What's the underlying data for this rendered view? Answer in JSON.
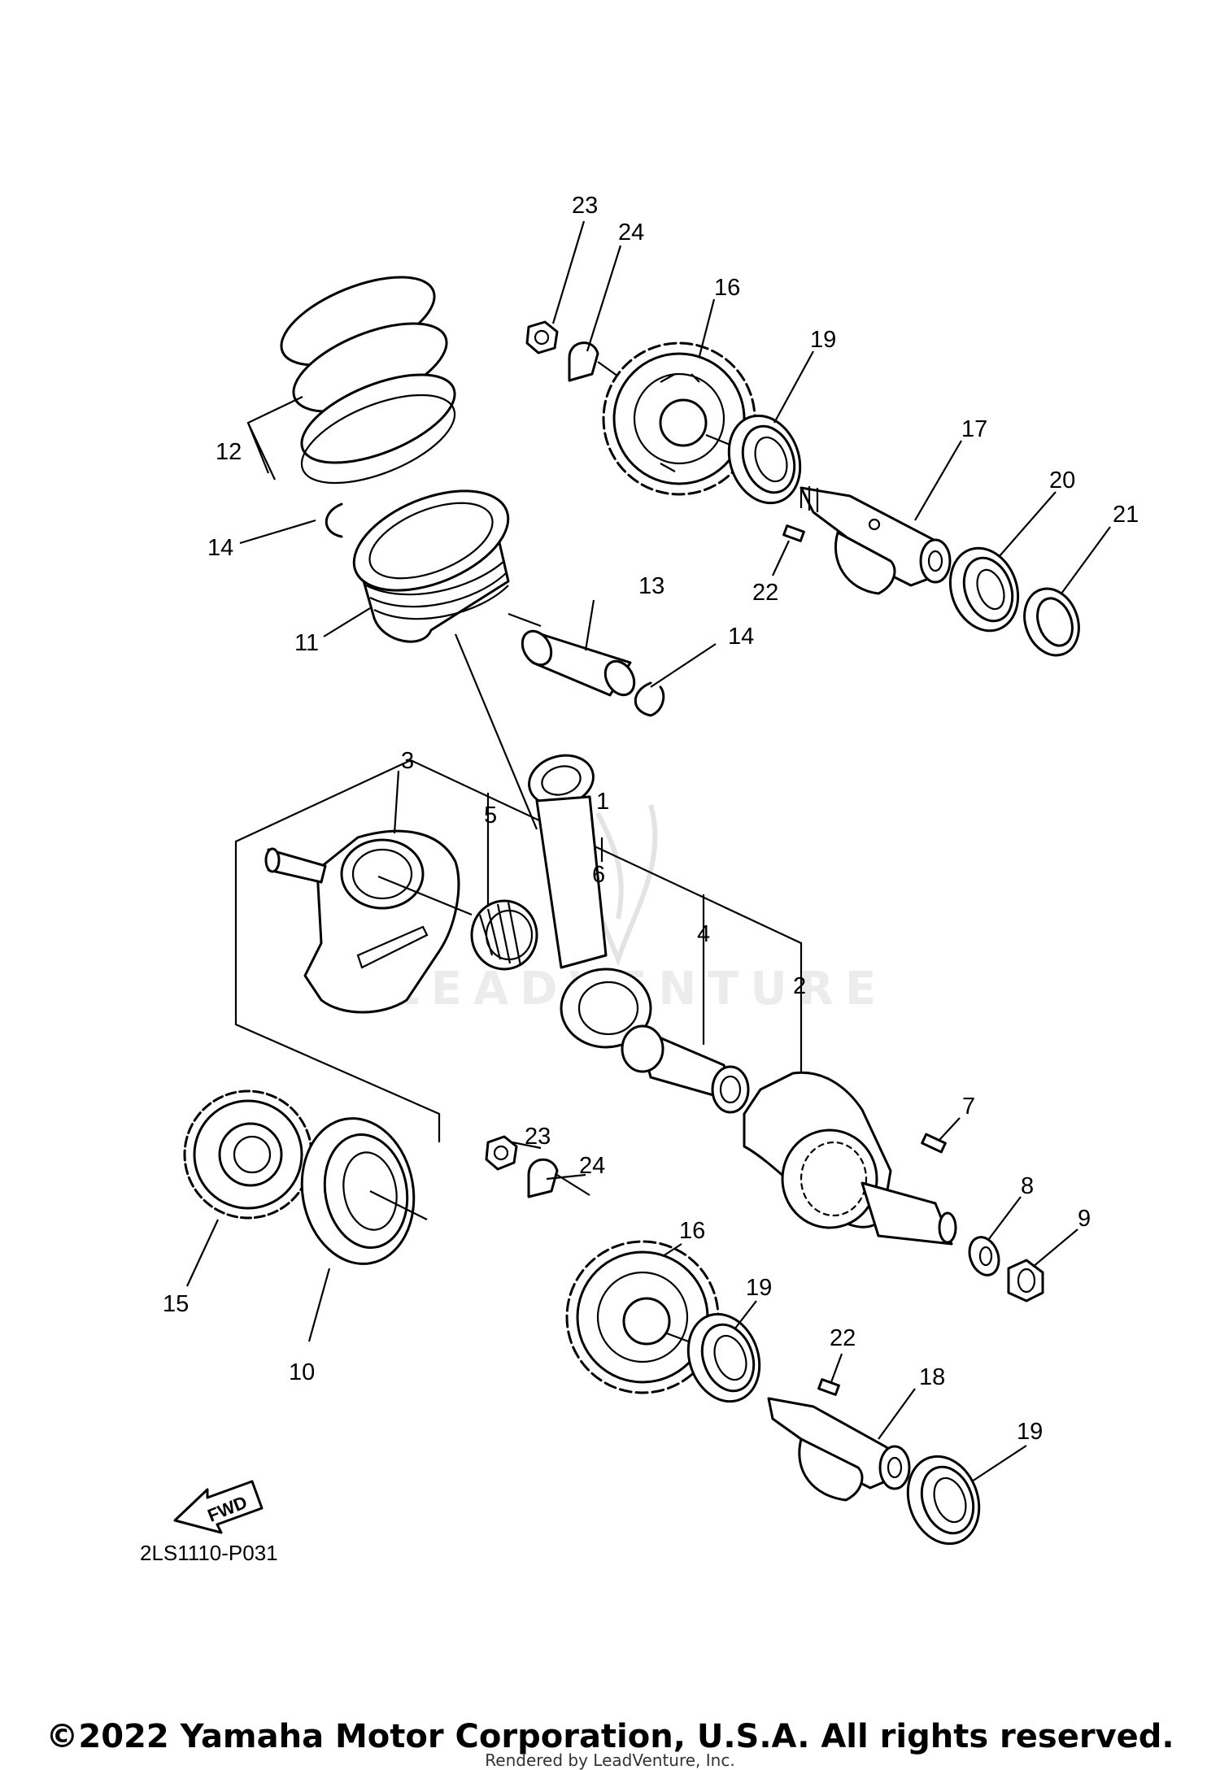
{
  "diagram": {
    "callouts": [
      "23",
      "24",
      "16",
      "19",
      "17",
      "20",
      "21",
      "22",
      "12",
      "14",
      "11",
      "13",
      "14",
      "3",
      "5",
      "1",
      "6",
      "4",
      "2",
      "7",
      "8",
      "9",
      "23",
      "24",
      "16",
      "19",
      "22",
      "18",
      "19",
      "15",
      "10"
    ],
    "fwd_label": "FWD",
    "ref_code": "2LS1110-P031",
    "watermark_text": "LEADVENTURE"
  },
  "footer": {
    "copyright": "©2022 Yamaha Motor Corporation, U.S.A. All rights reserved.",
    "rendered_by": "Rendered by LeadVenture, Inc."
  }
}
